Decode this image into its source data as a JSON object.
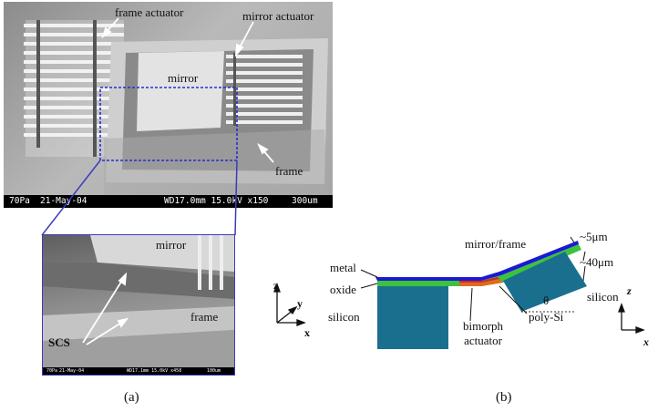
{
  "panel_a": {
    "caption": "(a)",
    "top_image": {
      "labels": {
        "frame_actuator": "frame actuator",
        "mirror_actuator": "mirror actuator",
        "mirror": "mirror",
        "frame": "frame"
      },
      "databar": {
        "pressure": "70Pa",
        "date": "21-May-04",
        "params": "WD17.0mm 15.0kV x150",
        "scale": "300um"
      }
    },
    "zoom_image": {
      "labels": {
        "mirror": "mirror",
        "frame": "frame",
        "scs": "SCS"
      },
      "databar": {
        "pressure": "70Pa",
        "date": "21-May-04",
        "params": "WD17.1mm 15.0kV x450",
        "scale": "100um"
      }
    }
  },
  "panel_b": {
    "caption": "(b)",
    "labels": {
      "metal": "metal",
      "oxide": "oxide",
      "silicon_left": "silicon",
      "silicon_right": "silicon",
      "mirror_frame": "mirror/frame",
      "bimorph_line1": "bimorph",
      "bimorph_line2": "actuator",
      "poly_si": "poly-Si",
      "dim_5um": "~5μm",
      "dim_40um": "~40μm",
      "theta": "θ"
    },
    "axes_left": {
      "z": "z",
      "y": "y",
      "x": "x"
    },
    "axes_right": {
      "z": "z",
      "x": "x"
    },
    "colors": {
      "metal": "#1a1ad0",
      "oxide": "#3cc23c",
      "silicon": "#1a6f8f",
      "poly_si": "#e06a1a",
      "bimorph": "#d02a2a",
      "sem_frame": "#3b3bbd"
    }
  }
}
